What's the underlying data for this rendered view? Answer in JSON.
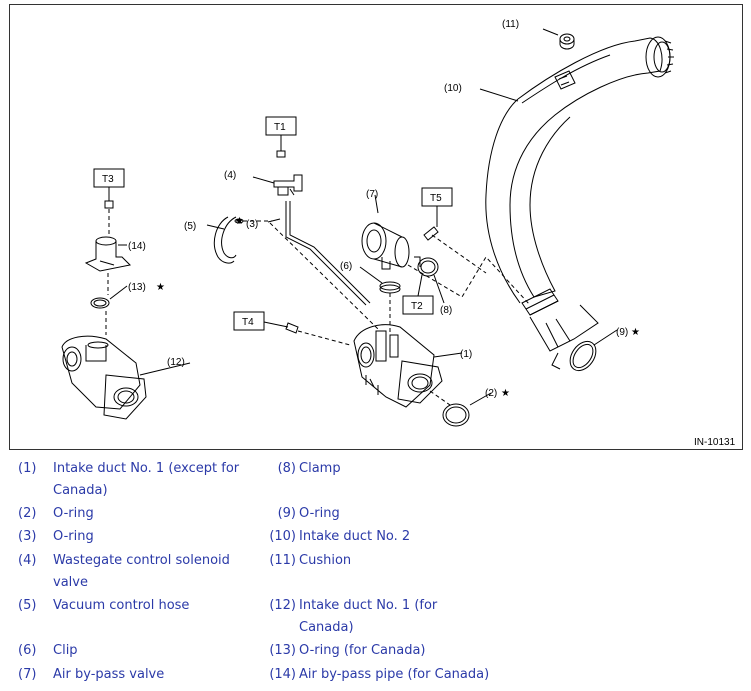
{
  "diagram": {
    "figure_id": "IN-10131",
    "callouts": {
      "c1": "(1)",
      "c2": "(2)",
      "c3": "(3)",
      "c4": "(4)",
      "c5": "(5)",
      "c6": "(6)",
      "c7": "(7)",
      "c8": "(8)",
      "c9": "(9)",
      "c10": "(10)",
      "c11": "(11)",
      "c12": "(12)",
      "c13": "(13)",
      "c14": "(14)"
    },
    "torque_tags": {
      "t1": "T1",
      "t2": "T2",
      "t3": "T3",
      "t4": "T4",
      "t5": "T5"
    },
    "star": "★"
  },
  "legend": {
    "left": [
      {
        "num": "(1)",
        "text": "Intake duct No. 1 (except for",
        "text2": "Canada)"
      },
      {
        "num": "(2)",
        "text": "O-ring"
      },
      {
        "num": "(3)",
        "text": "O-ring"
      },
      {
        "num": "(4)",
        "text": "Wastegate control solenoid",
        "text2": "valve"
      },
      {
        "num": "(5)",
        "text": "Vacuum control hose"
      },
      {
        "num": "(6)",
        "text": "Clip"
      },
      {
        "num": "(7)",
        "text": "Air by-pass valve"
      }
    ],
    "right": [
      {
        "num": "(8)",
        "text": "Clamp"
      },
      {
        "num": "(9)",
        "text": "O-ring"
      },
      {
        "num": "(10)",
        "text": "Intake duct No. 2"
      },
      {
        "num": "(11)",
        "text": "Cushion"
      },
      {
        "num": "(12)",
        "text": "Intake duct No. 1 (for",
        "text2": "Canada)"
      },
      {
        "num": "(13)",
        "text": "O-ring (for Canada)"
      },
      {
        "num": "(14)",
        "text": "Air by-pass pipe (for Canada)"
      }
    ]
  }
}
